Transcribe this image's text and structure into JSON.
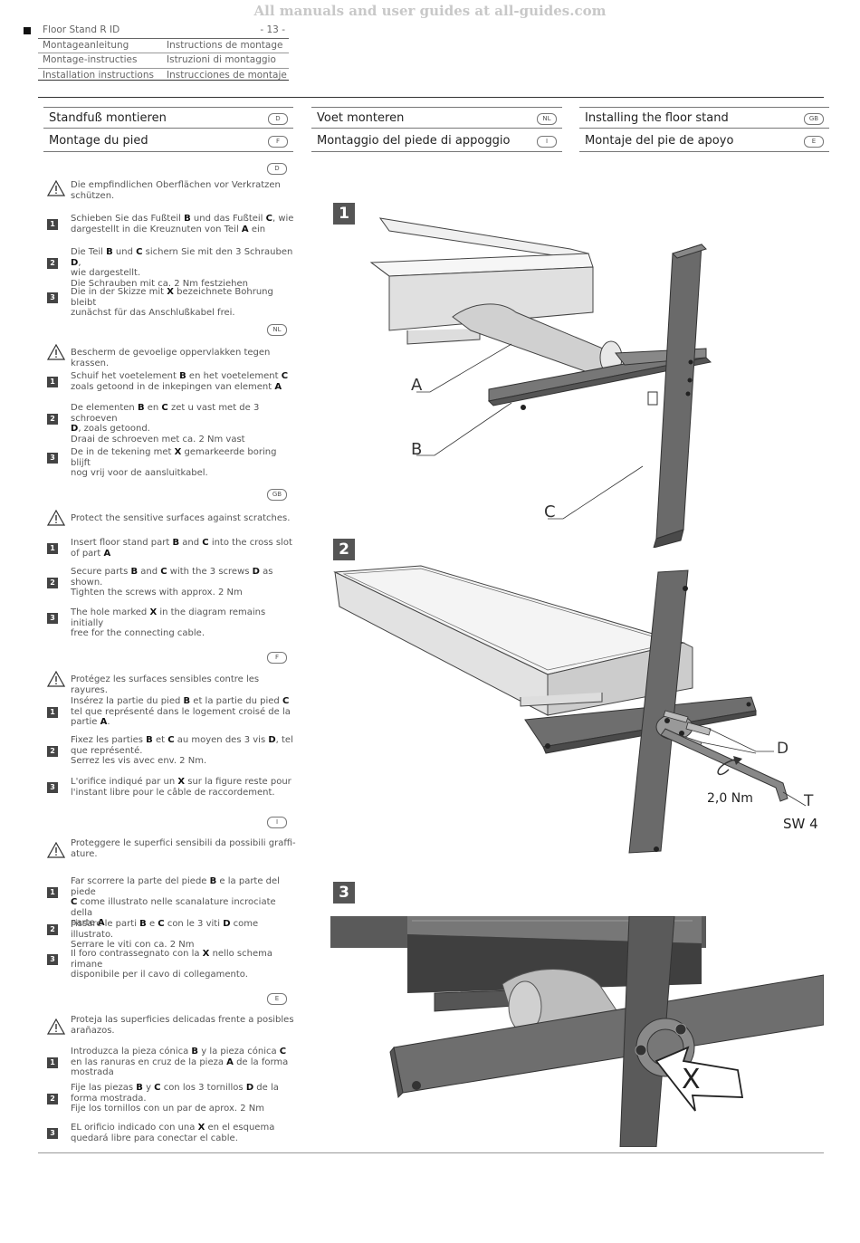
{
  "watermark": "All manuals and user guides at all-guides.com",
  "header": {
    "product": "Floor Stand R ID",
    "page": "- 13 -",
    "rows": [
      [
        "Montageanleitung",
        "Instructions de montage"
      ],
      [
        "Montage-instructies",
        "Istruzioni di montaggio"
      ],
      [
        "Installation instructions",
        "Instrucciones de montaje"
      ]
    ]
  },
  "titles": [
    {
      "text": "Standfuß montieren",
      "badge": "D"
    },
    {
      "text": "Voet monteren",
      "badge": "NL"
    },
    {
      "text": "Installing the floor stand",
      "badge": "GB"
    },
    {
      "text": "Montage du pied",
      "badge": "F"
    },
    {
      "text": "Montaggio del piede di appoggio",
      "badge": "I"
    },
    {
      "text": "Montaje del pie de apoyo",
      "badge": "E"
    }
  ],
  "sections": [
    {
      "lang": "D",
      "warning": "Die empfindlichen Oberflächen vor Verkratzen\nschützen.",
      "steps": [
        "Schieben Sie das Fußteil B und das Fußteil C, wie\ndargestellt in die Kreuznuten von Teil A ein",
        "Die Teil B und C sichern Sie mit den 3 Schrauben D,\nwie dargestellt.\nDie Schrauben mit ca. 2 Nm festziehen",
        "Die in der Skizze mit X bezeichnete Bohrung bleibt\nzunächst für das Anschlußkabel frei."
      ]
    },
    {
      "lang": "NL",
      "warning": "Bescherm de gevoelige oppervlakken tegen krassen.",
      "steps": [
        "Schuif het voetelement B en het voetelement C\nzoals getoond in de inkepingen van element A",
        "De elementen B en C zet u vast met de 3 schroeven\nD, zoals getoond.\nDraai de schroeven met ca. 2 Nm vast",
        "De in de tekening met X gemarkeerde boring blijft\nnog vrij voor de aansluitkabel."
      ]
    },
    {
      "lang": "GB",
      "warning": "Protect the sensitive surfaces against scratches.",
      "steps": [
        "Insert floor stand part B and C into the cross slot\nof part A",
        "Secure parts B and C with the 3 screws D as\nshown.\nTighten the screws with approx. 2 Nm",
        "The hole marked X in the diagram remains initially\nfree for the connecting cable."
      ]
    },
    {
      "lang": "F",
      "warning": "Protégez les surfaces sensibles contre les rayures.",
      "steps": [
        "Insérez la partie du pied B et la partie du pied C\ntel que représenté dans le logement croisé de la\npartie A.",
        "Fixez les parties B et C au moyen des 3 vis D, tel\nque représenté.\nSerrez les vis avec env. 2 Nm.",
        "L'orifice indiqué par un X sur la figure reste pour\nl'instant libre pour le câble de raccordement."
      ]
    },
    {
      "lang": "I",
      "warning": "Proteggere le superfici sensibili da possibili graffi-\nature.",
      "steps": [
        "Far scorrere la parte del piede B e la parte del piede\nC come illustrato nelle scanalature incrociate della\nparte A",
        "Fissare le parti B e C con le 3 viti D come illustrato.\nSerrare le viti con ca. 2 Nm",
        "Il foro contrassegnato con la X nello schema rimane\ndisponibile per il cavo di collegamento."
      ]
    },
    {
      "lang": "E",
      "warning": "Proteja las superficies delicadas frente a posibles\narañazos.",
      "steps": [
        "Introduzca la pieza cónica B y la pieza cónica C\nen las ranuras en cruz de la pieza A de la forma\nmostrada",
        "Fije las piezas B y C con los 3 tornillos D de la\nforma mostrada.\nFije los tornillos con un par de aprox. 2 Nm",
        "EL orificio indicado con una X en el esquema\nquedará libre para conectar el cable."
      ]
    }
  ],
  "figures": {
    "fig1": {
      "num": "1",
      "labels": {
        "a": "A",
        "b": "B",
        "c": "C"
      }
    },
    "fig2": {
      "num": "2",
      "labels": {
        "d": "D",
        "t": "T",
        "torque": "2,0 Nm",
        "sw": "SW 4"
      }
    },
    "fig3": {
      "num": "3",
      "labels": {
        "x": "X"
      }
    }
  },
  "step_numbers": [
    "1",
    "2",
    "3"
  ]
}
